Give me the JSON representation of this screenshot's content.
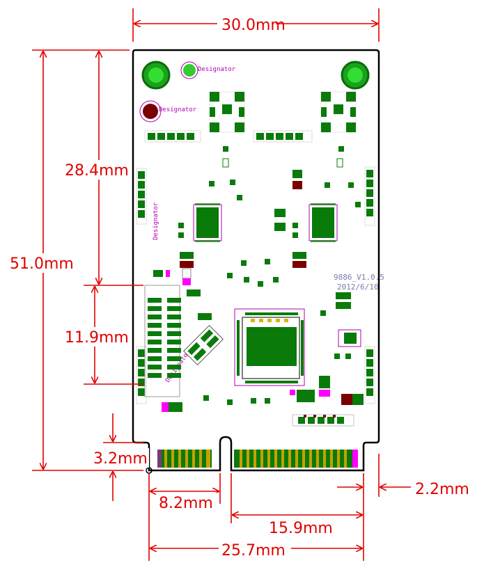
{
  "dimensions": {
    "width_top": "30.0mm",
    "height_total": "51.0mm",
    "upper_height": "28.4mm",
    "mid_height": "11.9mm",
    "notch_offset": "3.2mm",
    "key_left": "8.2mm",
    "key_right": "15.9mm",
    "edge_width": "25.7mm",
    "edge_inset": "2.2mm"
  },
  "silkscreen": {
    "designator_1": "Designator",
    "designator_2": "Designator",
    "designator_3": "Designator",
    "designator_4": "Designator",
    "version": "9886_V1.0.5",
    "date": "2012/6/10"
  },
  "colors": {
    "dimension": "#e00000",
    "pad": "#0a7a0a",
    "pad_light": "#2fcf2f",
    "via_dark": "#7a0000",
    "silk": "#b000b0",
    "gold": "#c8a000"
  }
}
